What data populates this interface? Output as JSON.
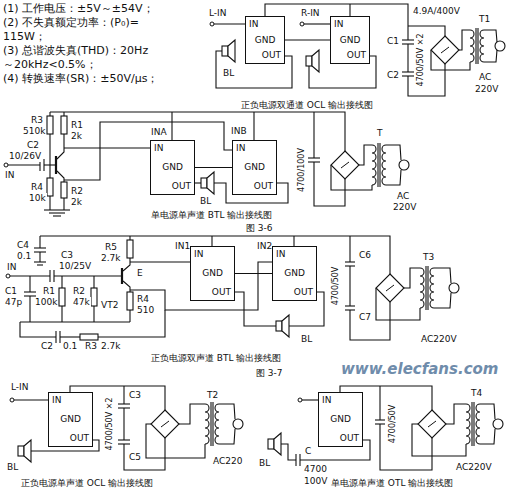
{
  "diagram": {
    "nodes": [
      {
        "text": [
          "IN",
          "GND",
          "OUT"
        ]
      },
      {
        "text": [
          "IN",
          "GND",
          "OUT"
        ]
      },
      {
        "text": [
          "IN",
          "GND",
          "OUT"
        ]
      },
      {
        "text": [
          "IN",
          "GND",
          "OUT"
        ]
      },
      {
        "text": [
          "IN",
          "GND",
          "OUT"
        ]
      },
      {
        "text": [
          "IN",
          "GND",
          "OUT"
        ]
      },
      {
        "text": [
          "IN",
          "GND",
          "OUT"
        ]
      },
      {
        "text": [
          "IN",
          "GND",
          "OUT"
        ]
      }
    ],
    "edges": [
      {
        "from": 0,
        "to": 1,
        "arrow": "none"
      },
      {
        "from": 2,
        "to": 3,
        "arrow": "none"
      },
      {
        "from": 4,
        "to": 5,
        "arrow": "none"
      }
    ],
    "labels": [
      "(1) 工作电压：±5V～±54V；",
      "(2) 不失真额定功率：(P₀)=",
      "115W；",
      "(3) 总谐波失真(THD)：20Hz",
      "～20kHz<0.5%；",
      "(4) 转换速率(SR)：±50V/μs；",
      "L-IN",
      "R-IN",
      "BL",
      "C1",
      "C2",
      "4700/50V ×2",
      "4.9A/400V",
      "T1",
      "AC",
      "220V",
      "正负电源双通道 OCL 输出接线图",
      "R3",
      "510k",
      "R1",
      "2k",
      "C2",
      "10/26V",
      "IN",
      "R2",
      "2k",
      "R4",
      "10k",
      "INA",
      "INB",
      "BL",
      "4700/100V",
      "T",
      "AC",
      "220V",
      "单电源单声道 BTL 输出接线图",
      "图 3-6",
      "C4",
      "0.1",
      "R5",
      "2.7k",
      "E",
      "C3",
      "10/25V",
      "IN",
      "C1",
      "47p",
      "R1",
      "100k",
      "R2",
      "47k",
      "VT2",
      "R4",
      "510",
      "R3",
      "2.7k",
      "C2",
      "0.1",
      "IN1",
      "IN2",
      "4700/50V",
      "C6",
      "C7",
      "BL",
      "T3",
      "AC220V",
      "正负电源双声道 BTL 输出接线图",
      "图 3-7",
      "L-IN",
      "4700/50V ×2",
      "C3",
      "C5",
      "BL",
      "T2",
      "AC220",
      "正负电源单声道 OCL 输出接线图",
      "BL",
      "C",
      "4700",
      "100V",
      "4700/50V",
      "T4",
      "AC220V",
      "单电源单声道 OTL 输出接线图",
      "www.elecfans.com"
    ]
  }
}
